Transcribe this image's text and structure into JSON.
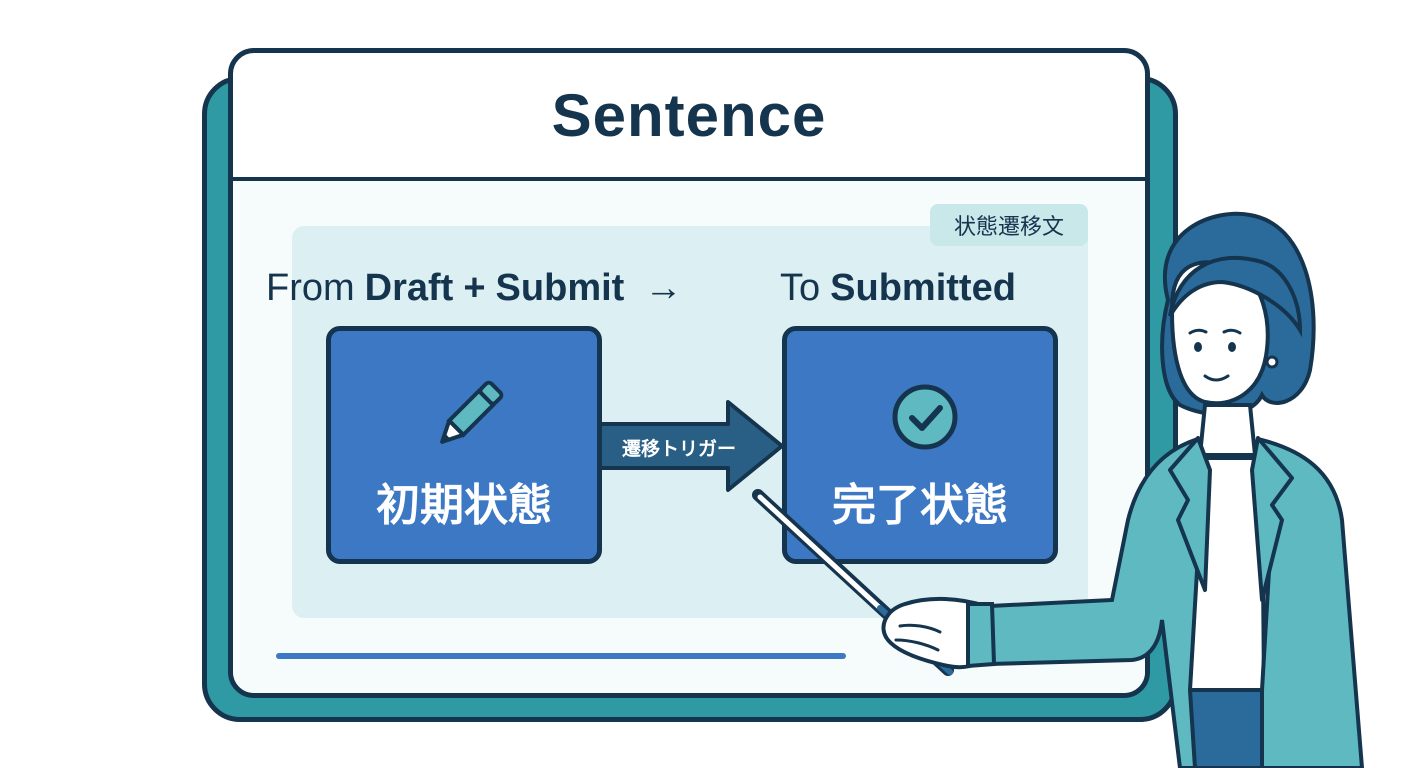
{
  "board": {
    "title": "Sentence",
    "tag": "状態遷移文"
  },
  "sentence": {
    "from_word": "From",
    "from_state": "Draft",
    "plus": "+",
    "event": "Submit",
    "arrow": "→",
    "to_word": "To",
    "to_state": "Submitted"
  },
  "states": {
    "initial_label": "初期状態",
    "final_label": "完了状態"
  },
  "transition": {
    "label": "遷移トリガー"
  },
  "colors": {
    "dark": "#15344e",
    "teal": "#2f9aa3",
    "blue": "#3d78c4",
    "panel": "#dceff2",
    "jacket": "#5fb9c0"
  },
  "icons": [
    "pencil-icon",
    "check-circle-icon",
    "arrow-right-icon"
  ]
}
